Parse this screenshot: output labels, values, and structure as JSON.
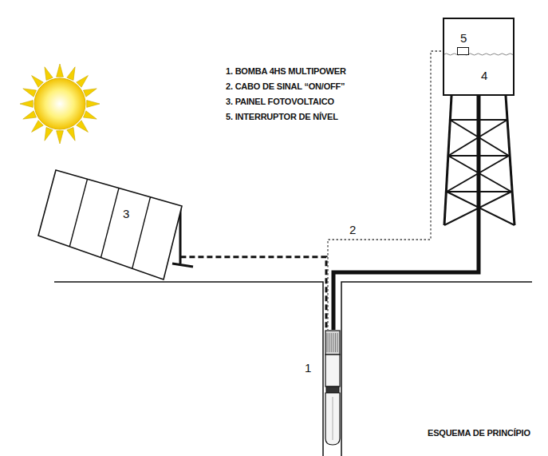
{
  "diagram": {
    "nodes": [
      {
        "text": [
          "3"
        ]
      },
      {
        "text": [
          "1"
        ]
      },
      {
        "text": [
          "4"
        ]
      },
      {
        "text": [
          "5"
        ],
        "in": 2
      }
    ],
    "edges": [
      {
        "from": 0,
        "to": 1,
        "arrow": "none"
      },
      {
        "from": 1,
        "to": 2,
        "arrow": "none"
      },
      {
        "from": 3,
        "to": 1,
        "label": "2",
        "arrow": "none"
      }
    ],
    "labels": [
      "1. BOMBA 4HS MULTIPOWER",
      "2. CABO DE SINAL “ON/OFF”",
      "3. PAINEL FOTOVOLTAICO",
      "5. INTERRUPTOR DE NÍVEL",
      "ESQUEMA DE PRINCÍPIO"
    ]
  }
}
